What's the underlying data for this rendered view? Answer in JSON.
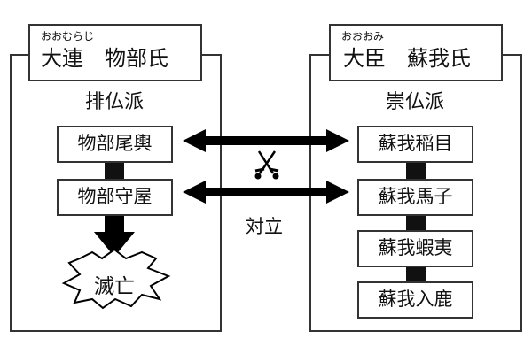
{
  "left_clan": {
    "ruby": "おおむらじ",
    "title": "大連　物部氏",
    "faction": "排仏派",
    "members": [
      "物部尾輿",
      "物部守屋"
    ],
    "outcome": "滅亡"
  },
  "right_clan": {
    "ruby": "おおおみ",
    "title": "大臣　蘇我氏",
    "faction": "崇仏派",
    "members": [
      "蘇我稲目",
      "蘇我馬子",
      "蘇我蝦夷",
      "蘇我入鹿"
    ]
  },
  "conflict": {
    "label": "対立",
    "icon": "crossed-swords-icon"
  }
}
